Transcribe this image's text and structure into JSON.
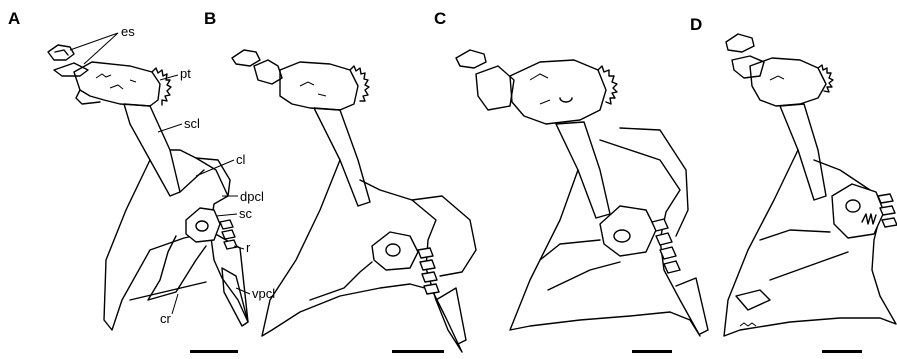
{
  "panels": [
    {
      "id": "A",
      "label": "A"
    },
    {
      "id": "B",
      "label": "B"
    },
    {
      "id": "C",
      "label": "C"
    },
    {
      "id": "D",
      "label": "D"
    }
  ],
  "annotations": {
    "es": "es",
    "pt": "pt",
    "scl": "scl",
    "cl": "cl",
    "dpcl": "dpcl",
    "sc": "sc",
    "r": "r",
    "vpcl": "vpcl",
    "cr": "cr"
  }
}
